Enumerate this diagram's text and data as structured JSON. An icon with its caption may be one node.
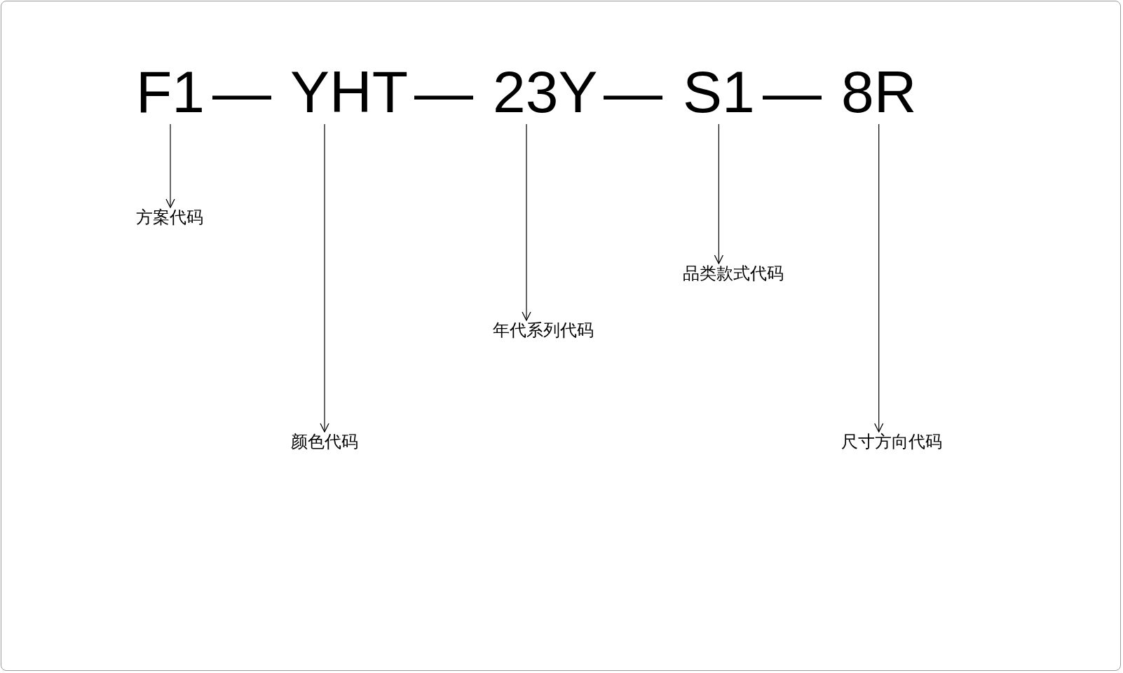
{
  "diagram": {
    "nodes": [
      {
        "text": [
          "F1"
        ]
      },
      {
        "text": [
          "YHT"
        ]
      },
      {
        "text": [
          "23Y"
        ]
      },
      {
        "text": [
          "S1"
        ]
      },
      {
        "text": [
          "8R"
        ]
      },
      {
        "text": [
          "方案代码"
        ]
      },
      {
        "text": [
          "颜色代码"
        ]
      },
      {
        "text": [
          "年代系列代码"
        ]
      },
      {
        "text": [
          "品类款式代码"
        ]
      },
      {
        "text": [
          "尺寸方向代码"
        ]
      }
    ],
    "edges": [
      {
        "from": 0,
        "to": 5,
        "arrow": "to"
      },
      {
        "from": 1,
        "to": 6,
        "arrow": "to"
      },
      {
        "from": 2,
        "to": 7,
        "arrow": "to"
      },
      {
        "from": 3,
        "to": 8,
        "arrow": "to"
      },
      {
        "from": 4,
        "to": 9,
        "arrow": "to"
      }
    ],
    "labels": [
      "—",
      "—",
      "—",
      "—"
    ]
  }
}
